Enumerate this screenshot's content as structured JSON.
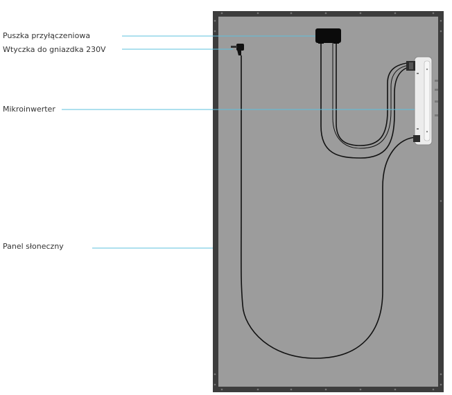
{
  "labels": {
    "junction_box": "Puszka przyłączeniowa",
    "plug": "Wtyczka do gniazdka 230V",
    "microinverter": "Mikroinwerter",
    "solar_panel": "Panel słoneczny"
  },
  "colors": {
    "leader_line": "#5bc0de",
    "panel_fill": "#9c9c9c",
    "frame": "#3d3d3d",
    "cable": "#111111",
    "inverter_body": "#ececec"
  }
}
